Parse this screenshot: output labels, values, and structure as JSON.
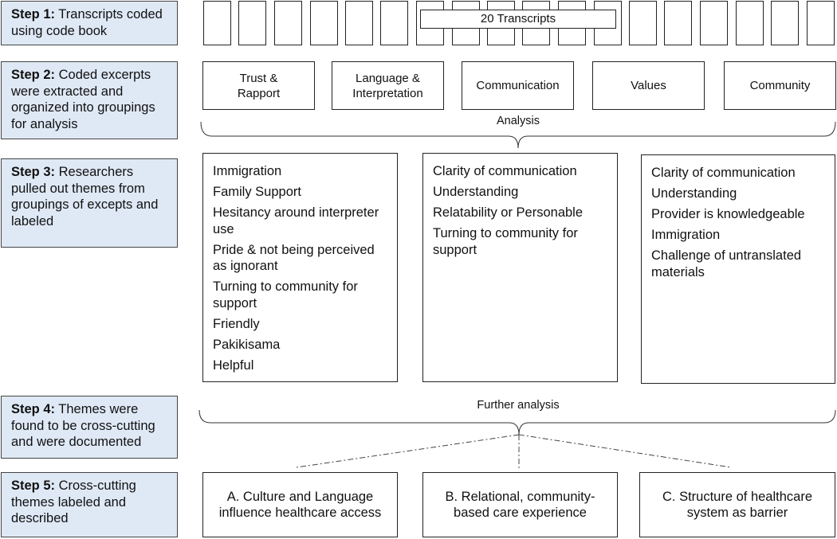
{
  "steps": [
    {
      "bold": "Step 1:",
      "text": " Transcripts coded using code book"
    },
    {
      "bold": "Step 2:",
      "text": " Coded excerpts were extracted and organized into groupings for analysis"
    },
    {
      "bold": "Step 3:",
      "text": " Researchers pulled out themes from groupings of excepts and labeled"
    },
    {
      "bold": "Step 4:",
      "text": " Themes were found to be cross-cutting and were documented"
    },
    {
      "bold": "Step 5:",
      "text": " Cross-cutting themes labeled and described"
    }
  ],
  "transcripts_label": "20 Transcripts",
  "groupings": [
    "Trust & Rapport",
    "Language & Interpretation",
    "Communication",
    "Values",
    "Community"
  ],
  "analysis_label": "Analysis",
  "themes": [
    [
      "Immigration",
      "Family Support",
      "Hesitancy around interpreter use",
      "Pride & not being perceived as ignorant",
      "Turning to community for support",
      "Friendly",
      "Pakikisama",
      "Helpful"
    ],
    [
      "Clarity of communication",
      "Understanding",
      "Relatability or Personable",
      "Turning to community for support"
    ],
    [
      "Clarity of communication",
      "Understanding",
      "Provider is knowledgeable",
      "Immigration",
      "Challenge of untranslated materials"
    ]
  ],
  "further_analysis_label": "Further analysis",
  "cross_cutting": [
    "A. Culture and Language influence healthcare access",
    "B. Relational, community-based care experience",
    "C. Structure of healthcare system as barrier"
  ]
}
